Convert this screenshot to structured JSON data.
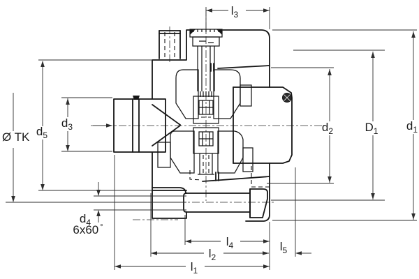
{
  "drawing": {
    "type": "mechanical-assembly-cross-section",
    "colors": {
      "line": "#2e2e2e",
      "outline": "#161616",
      "background": "#ffffff",
      "text": "#1c1c1c"
    },
    "labels": {
      "l3": {
        "main": "l",
        "sub": "3"
      },
      "tk": {
        "text": "Ø TK"
      },
      "d5": {
        "main": "d",
        "sub": "5"
      },
      "d3": {
        "main": "d",
        "sub": "3"
      },
      "d2": {
        "main": "d",
        "sub": "2"
      },
      "D1": {
        "main": "D",
        "sub": "1"
      },
      "d1": {
        "main": "d",
        "sub": "1"
      },
      "d4": {
        "main": "d",
        "sub": "4"
      },
      "hole_pattern": {
        "main": "6x60",
        "sup": "°"
      },
      "l4": {
        "main": "l",
        "sub": "4"
      },
      "l5": {
        "main": "l",
        "sub": "5"
      },
      "l2": {
        "main": "l",
        "sub": "2"
      },
      "l1": {
        "main": "l",
        "sub": "1"
      }
    }
  }
}
